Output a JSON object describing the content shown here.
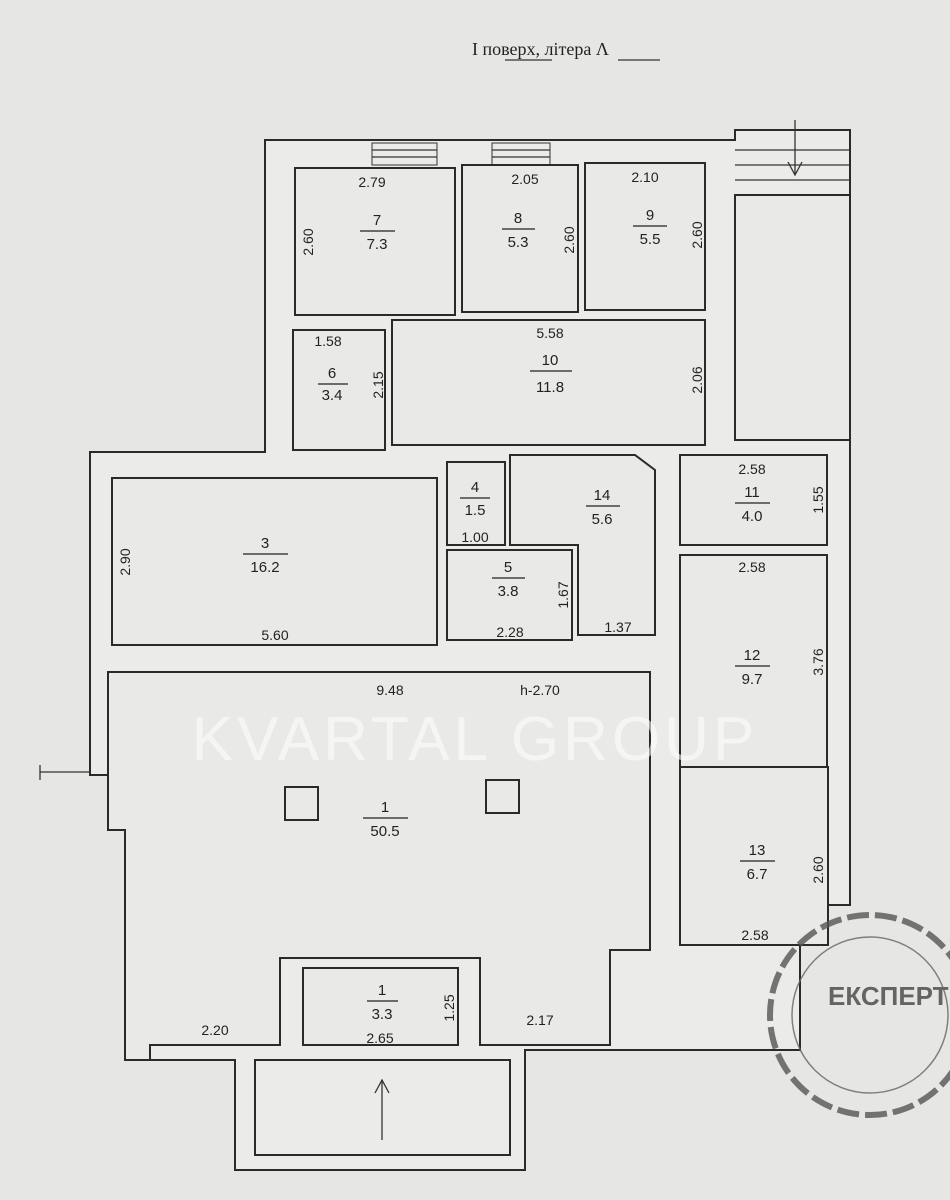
{
  "title": {
    "floor": "I поверх",
    "separator": ", літера",
    "letter": "Λ"
  },
  "watermark": "KVARTAL GROUP",
  "stamp": {
    "text": "ЕКСПЕРТ"
  },
  "ceiling_height": "h-2.70",
  "rooms": {
    "r7": {
      "num": "7",
      "area": "7.3",
      "w": "2.79",
      "h": "2.60"
    },
    "r8": {
      "num": "8",
      "area": "5.3",
      "w": "2.05",
      "h": "2.60"
    },
    "r9": {
      "num": "9",
      "area": "5.5",
      "w": "2.10",
      "h": "2.60"
    },
    "r6": {
      "num": "6",
      "area": "3.4",
      "w": "1.58",
      "h": "2.15"
    },
    "r10": {
      "num": "10",
      "area": "11.8",
      "w": "5.58",
      "h": "2.06"
    },
    "r3": {
      "num": "3",
      "area": "16.2",
      "w": "5.60",
      "h": "2.90"
    },
    "r4": {
      "num": "4",
      "area": "1.5",
      "w": "1.00"
    },
    "r14": {
      "num": "14",
      "area": "5.6",
      "w": "1.37"
    },
    "r5": {
      "num": "5",
      "area": "3.8",
      "w": "2.28",
      "h": "1.67"
    },
    "r11": {
      "num": "11",
      "area": "4.0",
      "w": "2.58",
      "h": "1.55"
    },
    "r12": {
      "num": "12",
      "area": "9.7",
      "w": "2.58",
      "h": "3.76"
    },
    "r13": {
      "num": "13",
      "area": "6.7",
      "w": "2.58",
      "h": "2.60"
    },
    "r1": {
      "num": "1",
      "area": "50.5",
      "w": "9.48",
      "w_left": "2.20",
      "w_right": "2.17"
    },
    "r1a": {
      "num": "1",
      "area": "3.3",
      "w": "2.65",
      "h": "1.25"
    }
  }
}
